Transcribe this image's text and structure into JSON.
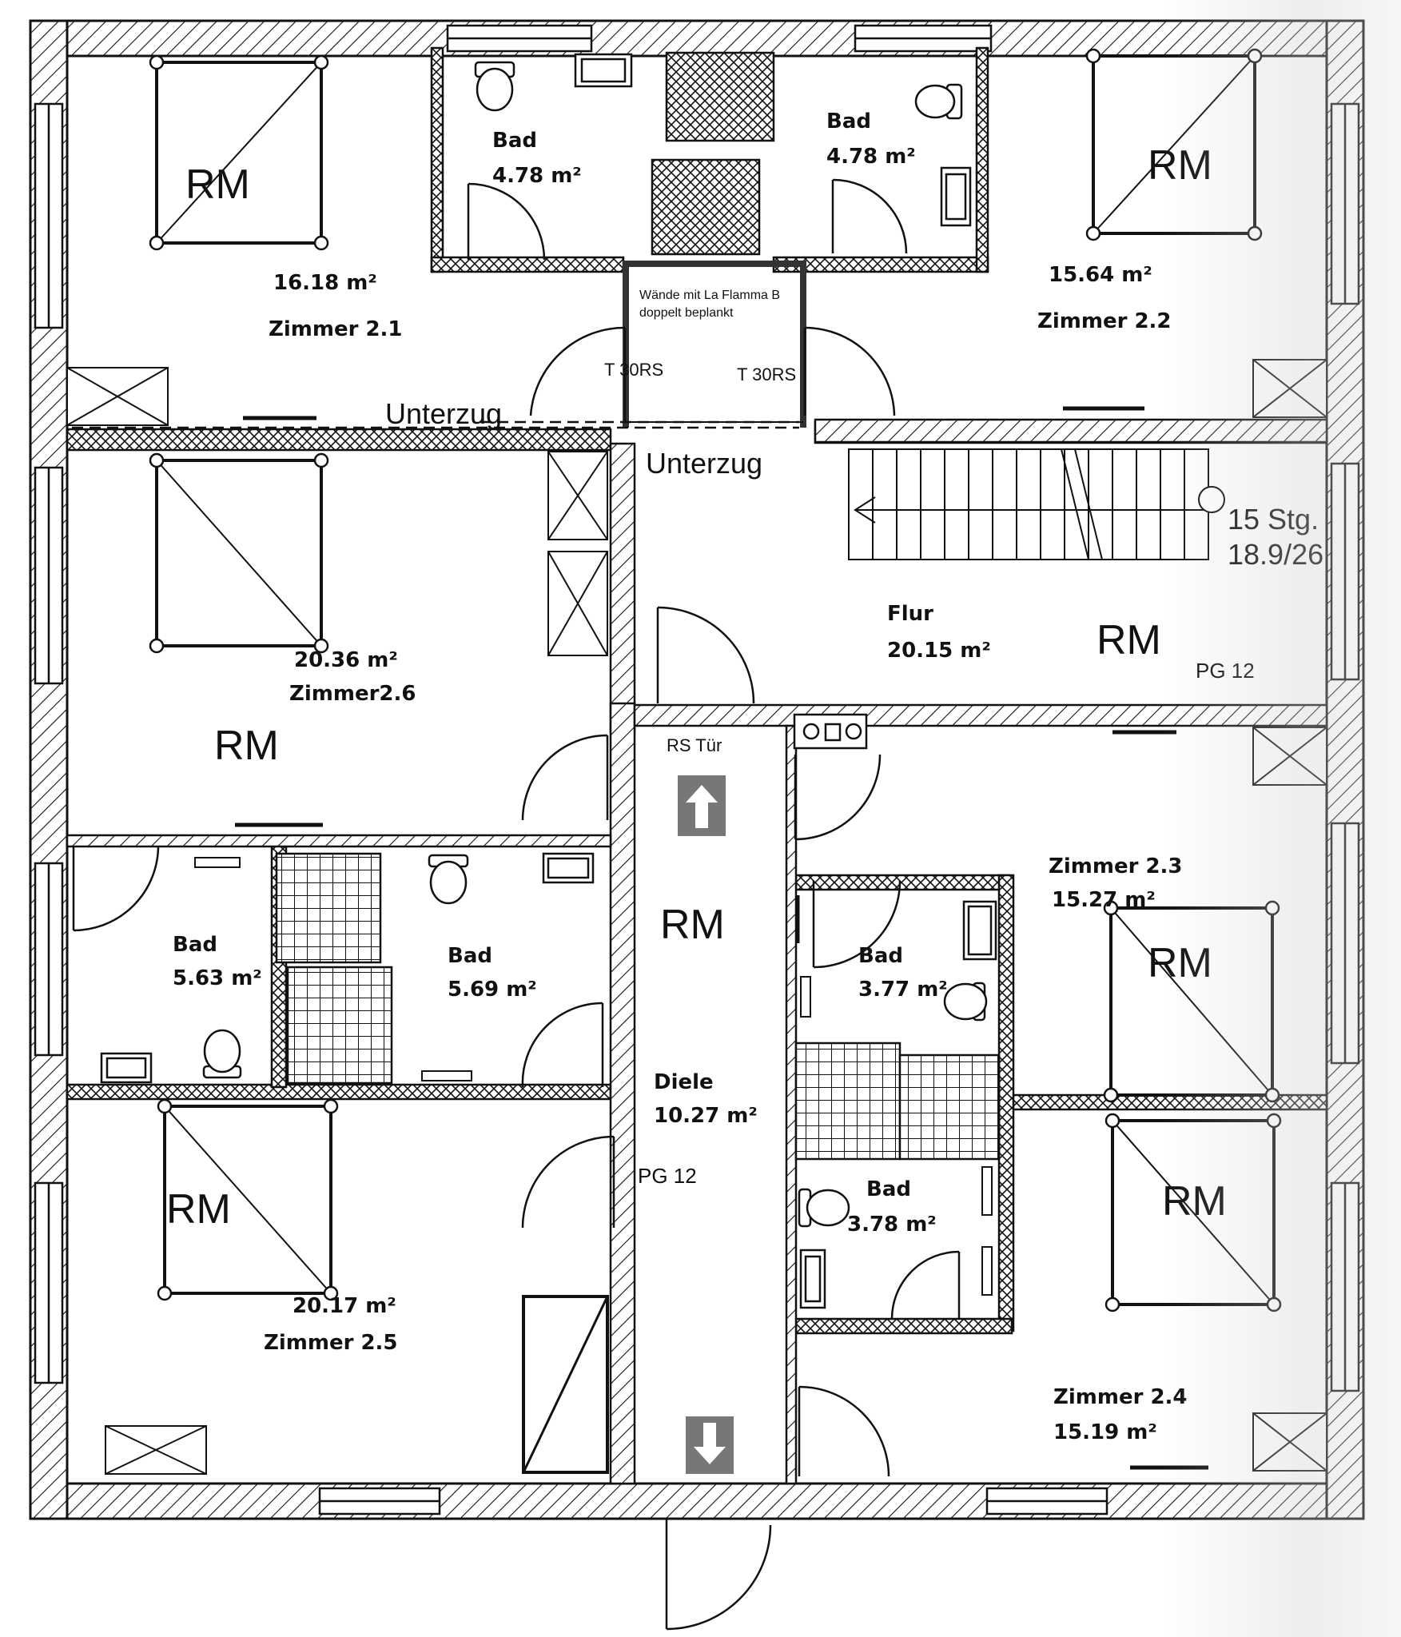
{
  "labels": {
    "z21_name": "Zimmer 2.1",
    "z21_area": "16.18 m²",
    "z22_name": "Zimmer 2.2",
    "z22_area": "15.64 m²",
    "z26_name": "Zimmer2.6",
    "z26_area": "20.36 m²",
    "z25_name": "Zimmer 2.5",
    "z25_area": "20.17 m²",
    "z23_name": "Zimmer 2.3",
    "z23_area": "15.27 m²",
    "z24_name": "Zimmer 2.4",
    "z24_area": "15.19 m²",
    "bad": "Bad",
    "bad_top_left_area": "4.78 m²",
    "bad_top_right_area": "4.78 m²",
    "bad_left_area": "5.63 m²",
    "bad_mid_area": "5.69 m²",
    "bad_r1_area": "3.77 m²",
    "bad_r2_area": "3.78 m²",
    "flur_name": "Flur",
    "flur_area": "20.15 m²",
    "diele_name": "Diele",
    "diele_area": "10.27 m²",
    "rm": "RM",
    "pg12": "PG 12",
    "rs_tuer": "RS Tür",
    "t30_left": "T 30RS",
    "t30_right": "T 30RS",
    "unterzug": "Unterzug",
    "stairs_steps": "15 Stg.",
    "stairs_ratio": "18.9/26",
    "fire_note_1": "Wände mit La Flamma B",
    "fire_note_2": "doppelt beplankt"
  },
  "colors": {
    "ink": "#111111",
    "wall_fill": "#ffffff",
    "paper": "#ffffff"
  },
  "icons": [
    "arrow-up-icon",
    "arrow-down-icon",
    "stove-icon",
    "toilet-icon",
    "sink-icon"
  ]
}
